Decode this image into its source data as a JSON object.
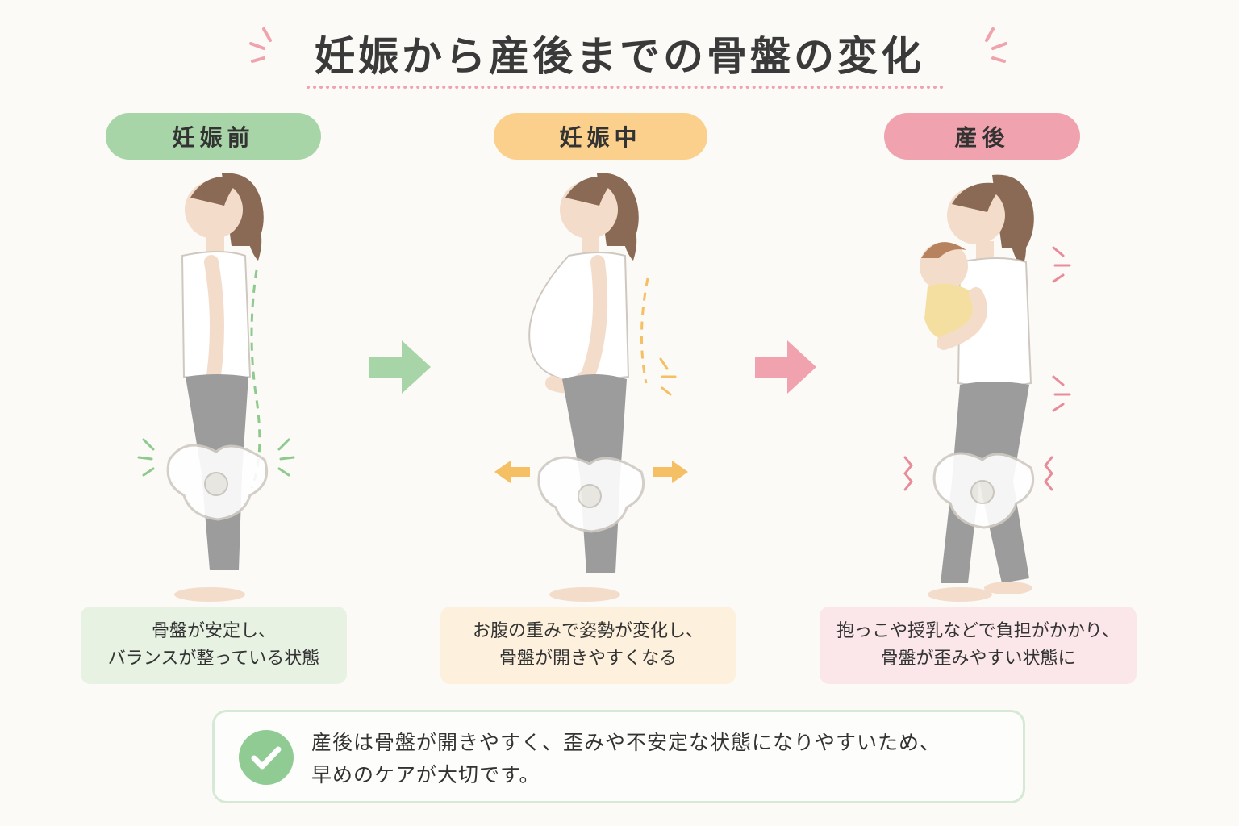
{
  "title": "妊娠から産後までの骨盤の変化",
  "stages": [
    {
      "label": "妊娠前",
      "caption_line1": "骨盤が安定し、",
      "caption_line2": "バランスが整っている状態"
    },
    {
      "label": "妊娠中",
      "caption_line1": "お腹の重みで姿勢が変化し、",
      "caption_line2": "骨盤が開きやすくなる"
    },
    {
      "label": "産後",
      "caption_line1": "抱っこや授乳などで負担がかかり、",
      "caption_line2": "骨盤が歪みやすい状態に"
    }
  ],
  "note": {
    "line1": "産後は骨盤が開きやすく、歪みや不安定な状態になりやすいため、",
    "line2": "早めのケアが大切です。",
    "icon": "check-circle-icon"
  },
  "colors": {
    "green": "#a8d5a8",
    "orange": "#fad08c",
    "pink": "#f0a3ae",
    "title_accent": "#f0a2ad"
  }
}
